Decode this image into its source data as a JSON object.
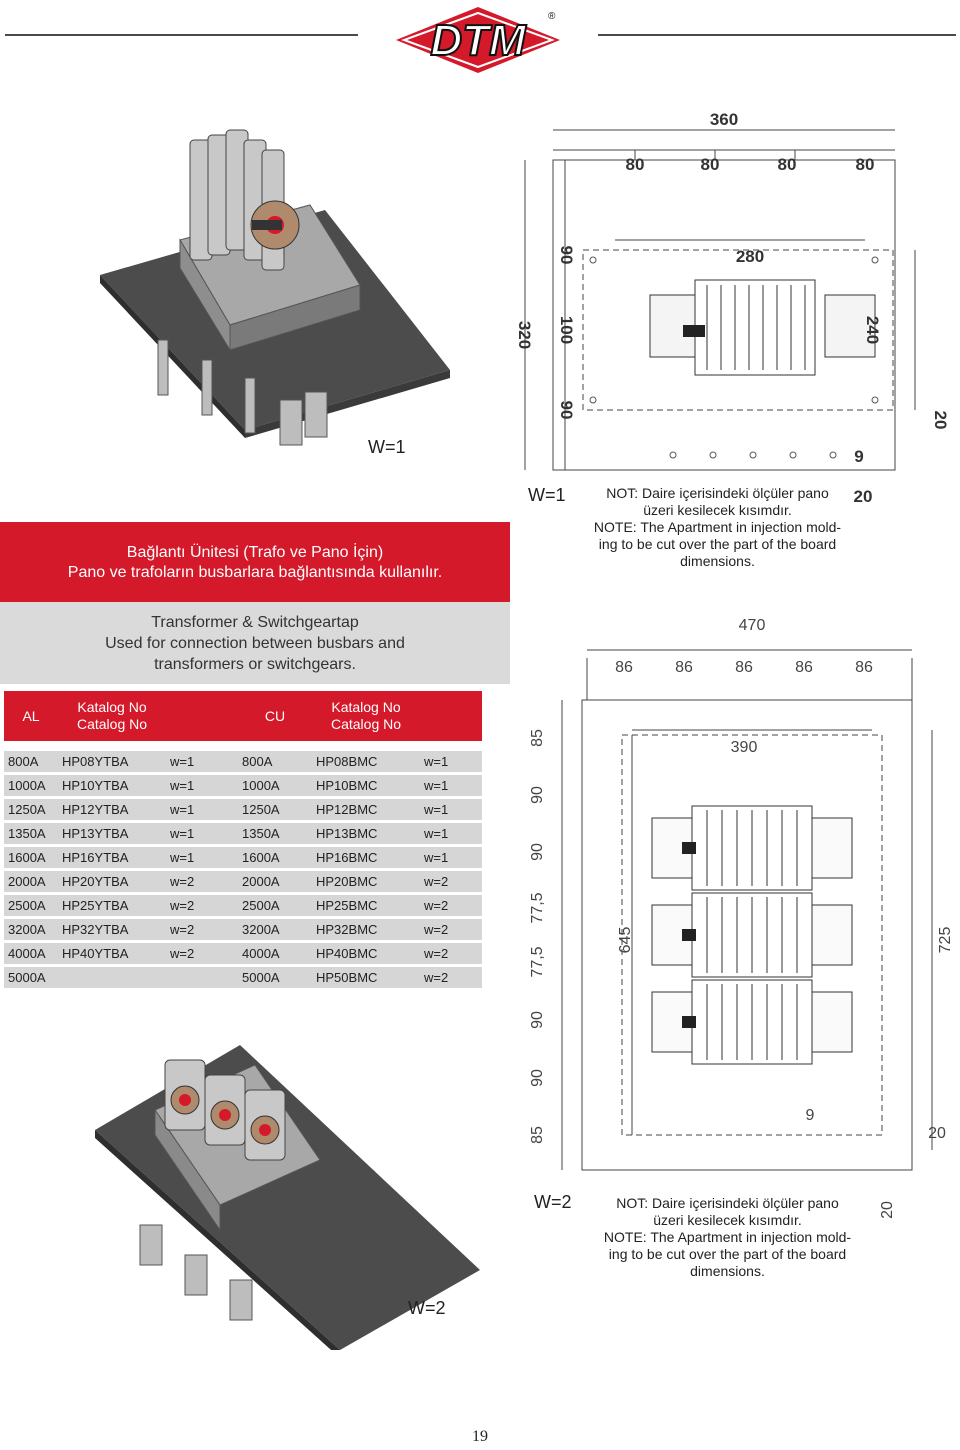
{
  "brand": {
    "logo_text": "DTM",
    "registered": "®",
    "red": "#d4192b",
    "black": "#111111"
  },
  "top_w": "W=1",
  "top_drawing": {
    "dims": {
      "total_width": "360",
      "col1": "80",
      "col2": "80",
      "col3": "80",
      "col4": "80",
      "inner_width": "280",
      "total_height": "320",
      "row1": "90",
      "row2": "100",
      "row3": "90",
      "inner_height": "240",
      "edge_right": "20",
      "edge_bottom": "20",
      "radius": "9"
    },
    "w_label": "W=1"
  },
  "top_note": {
    "line1": "NOT: Daire içerisindeki ölçüler pano",
    "line2": "üzeri kesilecek kısımdır.",
    "line3": "NOTE: The Apartment in injection mold-",
    "line4": "ing to be cut over the part of the board",
    "line5": "dimensions."
  },
  "red_panel": {
    "line1": "Bağlantı Ünitesi (Trafo ve Pano İçin)",
    "line2": "Pano ve trafoların busbarlara bağlantısında kullanılır."
  },
  "gray_panel": {
    "line1": "Transformer & Switchgeartap",
    "line2": "Used for connection between busbars and",
    "line3": "transformers or switchgears."
  },
  "table": {
    "headers": {
      "al": "AL",
      "cat_tr": "Katalog No",
      "cat_en": "Catalog No",
      "cu": "CU"
    },
    "rows": [
      [
        "800A",
        "HP08YTBA",
        "w=1",
        "800A",
        "HP08BMC",
        "w=1"
      ],
      [
        "1000A",
        "HP10YTBA",
        "w=1",
        "1000A",
        "HP10BMC",
        "w=1"
      ],
      [
        "1250A",
        "HP12YTBA",
        "w=1",
        "1250A",
        "HP12BMC",
        "w=1"
      ],
      [
        "1350A",
        "HP13YTBA",
        "w=1",
        "1350A",
        "HP13BMC",
        "w=1"
      ],
      [
        "1600A",
        "HP16YTBA",
        "w=1",
        "1600A",
        "HP16BMC",
        "w=1"
      ],
      [
        "2000A",
        "HP20YTBA",
        "w=2",
        "2000A",
        "HP20BMC",
        "w=2"
      ],
      [
        "2500A",
        "HP25YTBA",
        "w=2",
        "2500A",
        "HP25BMC",
        "w=2"
      ],
      [
        "3200A",
        "HP32YTBA",
        "w=2",
        "3200A",
        "HP32BMC",
        "w=2"
      ],
      [
        "4000A",
        "HP40YTBA",
        "w=2",
        "4000A",
        "HP40BMC",
        "w=2"
      ],
      [
        "5000A",
        "",
        "",
        "5000A",
        "HP50BMC",
        "w=2"
      ]
    ]
  },
  "bottom_drawing": {
    "dims": {
      "total_width": "470",
      "c1": "86",
      "c2": "86",
      "c3": "86",
      "c4": "86",
      "c5": "86",
      "inner_width": "390",
      "r1": "85",
      "r2": "90",
      "r3": "90",
      "r4": "77,5",
      "r5": "77,5",
      "r6": "90",
      "r7": "90",
      "r8": "85",
      "inner_height": "645",
      "total_height": "725",
      "edge_right": "20",
      "edge_bottom": "20",
      "radius": "9"
    },
    "w_label": "W=2"
  },
  "bottom_note": {
    "line1": "NOT: Daire içerisindeki ölçüler pano",
    "line2": "üzeri kesilecek kısımdır.",
    "line3": "NOTE: The Apartment in injection mold-",
    "line4": "ing to be cut over the part of the board",
    "line5": "dimensions."
  },
  "bottom_w": "W=2",
  "page_number": "19"
}
